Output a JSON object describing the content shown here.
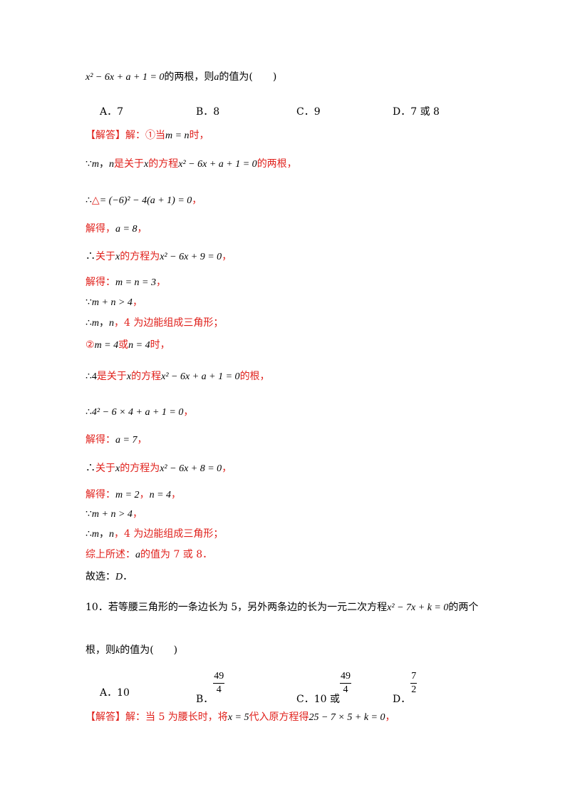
{
  "q9": {
    "stem_math": "x² − 6x + a + 1 = 0",
    "stem_text": "的两根，则",
    "stem_var": "a",
    "stem_tail": "的值为(　　)",
    "options": [
      {
        "label": "A．7"
      },
      {
        "label": "B．8"
      },
      {
        "label": "C．9"
      },
      {
        "label": "D．7 或 8"
      }
    ]
  },
  "solution9": {
    "header": "【解答】解：①当",
    "header_math": "m = n",
    "header_tail": "时，",
    "lines": [
      {
        "pre": "∵",
        "math1": "m",
        "t1": "，",
        "math2": "n",
        "t2": "是关于",
        "math3": "x",
        "t3": "的方程",
        "math4": "x² − 6x + a + 1 = 0",
        "t4": "的两根，"
      },
      {
        "pre": "∴",
        "t1": "△",
        "math1": "= (−6)² − 4(a + 1) = 0",
        "t2": "，"
      },
      {
        "t1": "解得，",
        "math1": "a = 8",
        "t2": "，"
      },
      {
        "pre": "∴",
        "t1": "关于",
        "math1": "x",
        "t2": "的方程为",
        "math2": "x² − 6x + 9 = 0",
        "t3": "，"
      },
      {
        "t1": "解得：",
        "math1": "m = n = 3",
        "t2": "，"
      },
      {
        "pre": "∵",
        "math1": "m + n > 4",
        "t1": "，"
      },
      {
        "pre": "∴",
        "math1": "m",
        "t1": "，",
        "math2": "n",
        "t2": "，4 为边能组成三角形；"
      },
      {
        "t1": "②",
        "math1": "m = 4",
        "t2": "或",
        "math2": "n = 4",
        "t3": "时，"
      },
      {
        "pre": "∴",
        "math1": "4",
        "t1": "是关于",
        "math2": "x",
        "t2": "的方程",
        "math3": "x² − 6x + a + 1 = 0",
        "t3": "的根，"
      },
      {
        "pre": "∴",
        "math1": "4² − 6 × 4 + a + 1 = 0",
        "t1": "，"
      },
      {
        "t1": "解得：",
        "math1": "a = 7",
        "t2": "，"
      },
      {
        "pre": "∴",
        "t1": "关于",
        "math1": "x",
        "t2": "的方程为",
        "math2": "x² − 6x + 8 = 0",
        "t3": "，"
      },
      {
        "t1": "解得：",
        "math1": "m = 2",
        "t2": "，",
        "math2": "n = 4",
        "t3": "，"
      },
      {
        "pre": "∵",
        "math1": "m + n > 4",
        "t1": "，"
      },
      {
        "pre": "∴",
        "math1": "m",
        "t1": "，",
        "math2": "n",
        "t2": "，4 为边能组成三角形；"
      },
      {
        "t1": "综上所述：",
        "math1": "a",
        "t2": "的值为 7 或 8．"
      },
      {
        "t1": "故选：",
        "math1": "D",
        "t2": "．"
      }
    ]
  },
  "q10": {
    "stem_part1": "10．若等腰三角形的一条边长为 5，另外两条边的长为一元二次方程",
    "stem_math": "x² − 7x + k = 0",
    "stem_part2": "的两个",
    "stem_line2_a": "根，则",
    "stem_var": "k",
    "stem_line2_b": "的值为(　　)",
    "options": [
      {
        "label": "A．10"
      },
      {
        "label": "B．",
        "num": "49",
        "den": "4"
      },
      {
        "label": "C．10 或",
        "num": "49",
        "den": "4"
      },
      {
        "label": "D．",
        "num": "7",
        "den": "2"
      }
    ]
  },
  "solution10": {
    "header": "【解答】解：当 5 为腰长时，将",
    "math1": "x = 5",
    "mid": "代入原方程得",
    "math2": "25 − 7 × 5 + k = 0",
    "tail": "，"
  }
}
